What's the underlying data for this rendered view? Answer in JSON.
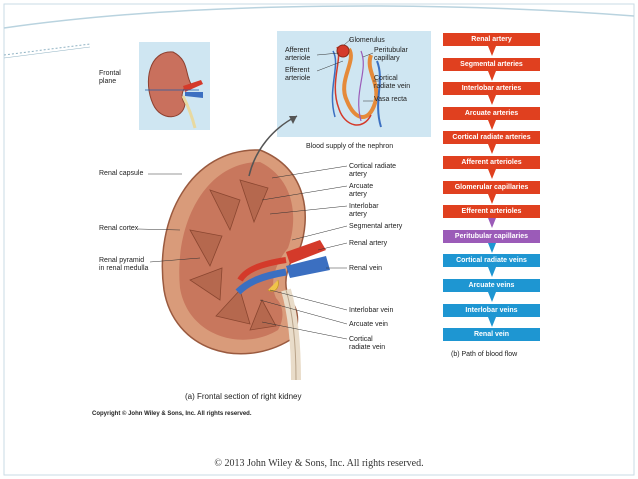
{
  "diagram": {
    "inset_label": "Frontal\nplane",
    "nephron": {
      "labels": {
        "glomerulus": "Glomerulus",
        "afferent": "Afferent\narteriole",
        "efferent": "Efferent\narteriole",
        "peritubular": "Peritubular\ncapillary",
        "cortical_radiate_vein": "Cortical\nradiate vein",
        "vasa_recta": "Vasa recta"
      },
      "caption": "Blood supply of the nephron"
    },
    "kidney_labels": {
      "renal_capsule": "Renal capsule",
      "renal_cortex": "Renal cortex",
      "renal_pyramid": "Renal pyramid\nin renal medulla",
      "cortical_radiate_artery": "Cortical radiate\nartery",
      "arcuate_artery": "Arcuate\nartery",
      "interlobar_artery": "Interlobar\nartery",
      "segmental_artery": "Segmental artery",
      "renal_artery": "Renal artery",
      "renal_vein": "Renal vein",
      "interlobar_vein": "Interlobar vein",
      "arcuate_vein": "Arcuate vein",
      "cortical_radiate_vein": "Cortical\nradiate vein"
    },
    "caption_a": "(a) Frontal section of right kidney",
    "caption_b": "(b) Path of blood flow",
    "copyright_figure": "Copyright © John Wiley & Sons, Inc. All rights reserved.",
    "flow_steps": [
      {
        "label": "Renal artery",
        "color": "#e0401f"
      },
      {
        "label": "Segmental arteries",
        "color": "#e0401f"
      },
      {
        "label": "Interlobar arteries",
        "color": "#e0401f"
      },
      {
        "label": "Arcuate arteries",
        "color": "#e0401f"
      },
      {
        "label": "Cortical radiate arteries",
        "color": "#e0401f"
      },
      {
        "label": "Afferent arterioles",
        "color": "#e0401f"
      },
      {
        "label": "Glomerular capillaries",
        "color": "#e0401f"
      },
      {
        "label": "Efferent arterioles",
        "color": "#e0401f"
      },
      {
        "label": "Peritubular capillaries",
        "color": "#9b5bb8"
      },
      {
        "label": "Cortical radiate veins",
        "color": "#1e96d2"
      },
      {
        "label": "Arcuate veins",
        "color": "#1e96d2"
      },
      {
        "label": "Interlobar veins",
        "color": "#1e96d2"
      },
      {
        "label": "Renal vein",
        "color": "#1e96d2"
      }
    ]
  },
  "footer": "© 2013 John Wiley & Sons, Inc. All rights reserved."
}
